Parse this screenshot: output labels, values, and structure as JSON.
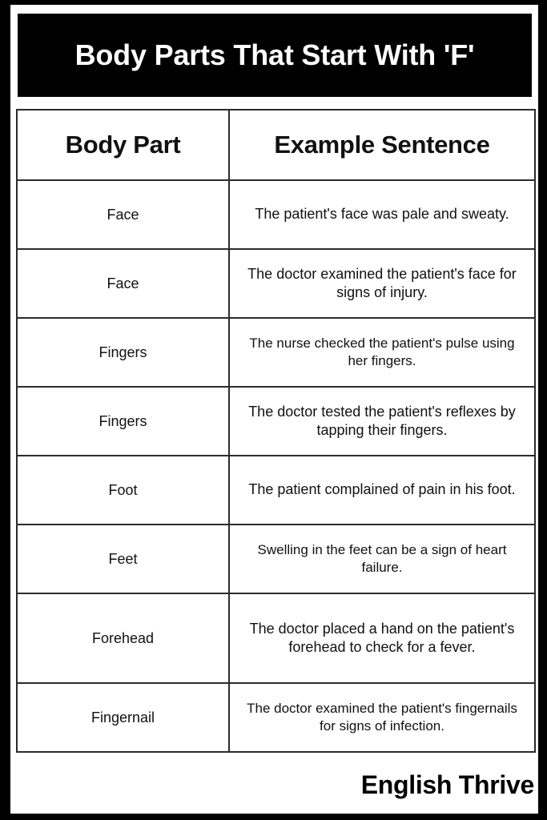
{
  "title": "Body Parts That Start With 'F'",
  "table": {
    "columns": [
      "Body Part",
      "Example Sentence"
    ],
    "rows": [
      {
        "part": "Face",
        "sentence": "The patient's face was pale and sweaty."
      },
      {
        "part": "Face",
        "sentence": "The doctor examined the patient's face for signs of injury."
      },
      {
        "part": "Fingers",
        "sentence": "The nurse checked the patient's pulse using her fingers."
      },
      {
        "part": "Fingers",
        "sentence": "The doctor tested the patient's reflexes by tapping their fingers."
      },
      {
        "part": "Foot",
        "sentence": "The patient complained of pain in his foot."
      },
      {
        "part": "Feet",
        "sentence": "Swelling in the feet can be a sign of heart failure."
      },
      {
        "part": "Forehead",
        "sentence": "The doctor placed a hand on the patient's forehead to check for a fever."
      },
      {
        "part": "Fingernail",
        "sentence": "The doctor examined the patient's fingernails for signs of infection."
      }
    ]
  },
  "brand": "English Thrive",
  "colors": {
    "frame": "#000000",
    "banner_bg": "#000000",
    "banner_text": "#ffffff",
    "page_bg": "#ffffff",
    "table_border": "#2b2b2b",
    "text": "#111111"
  }
}
